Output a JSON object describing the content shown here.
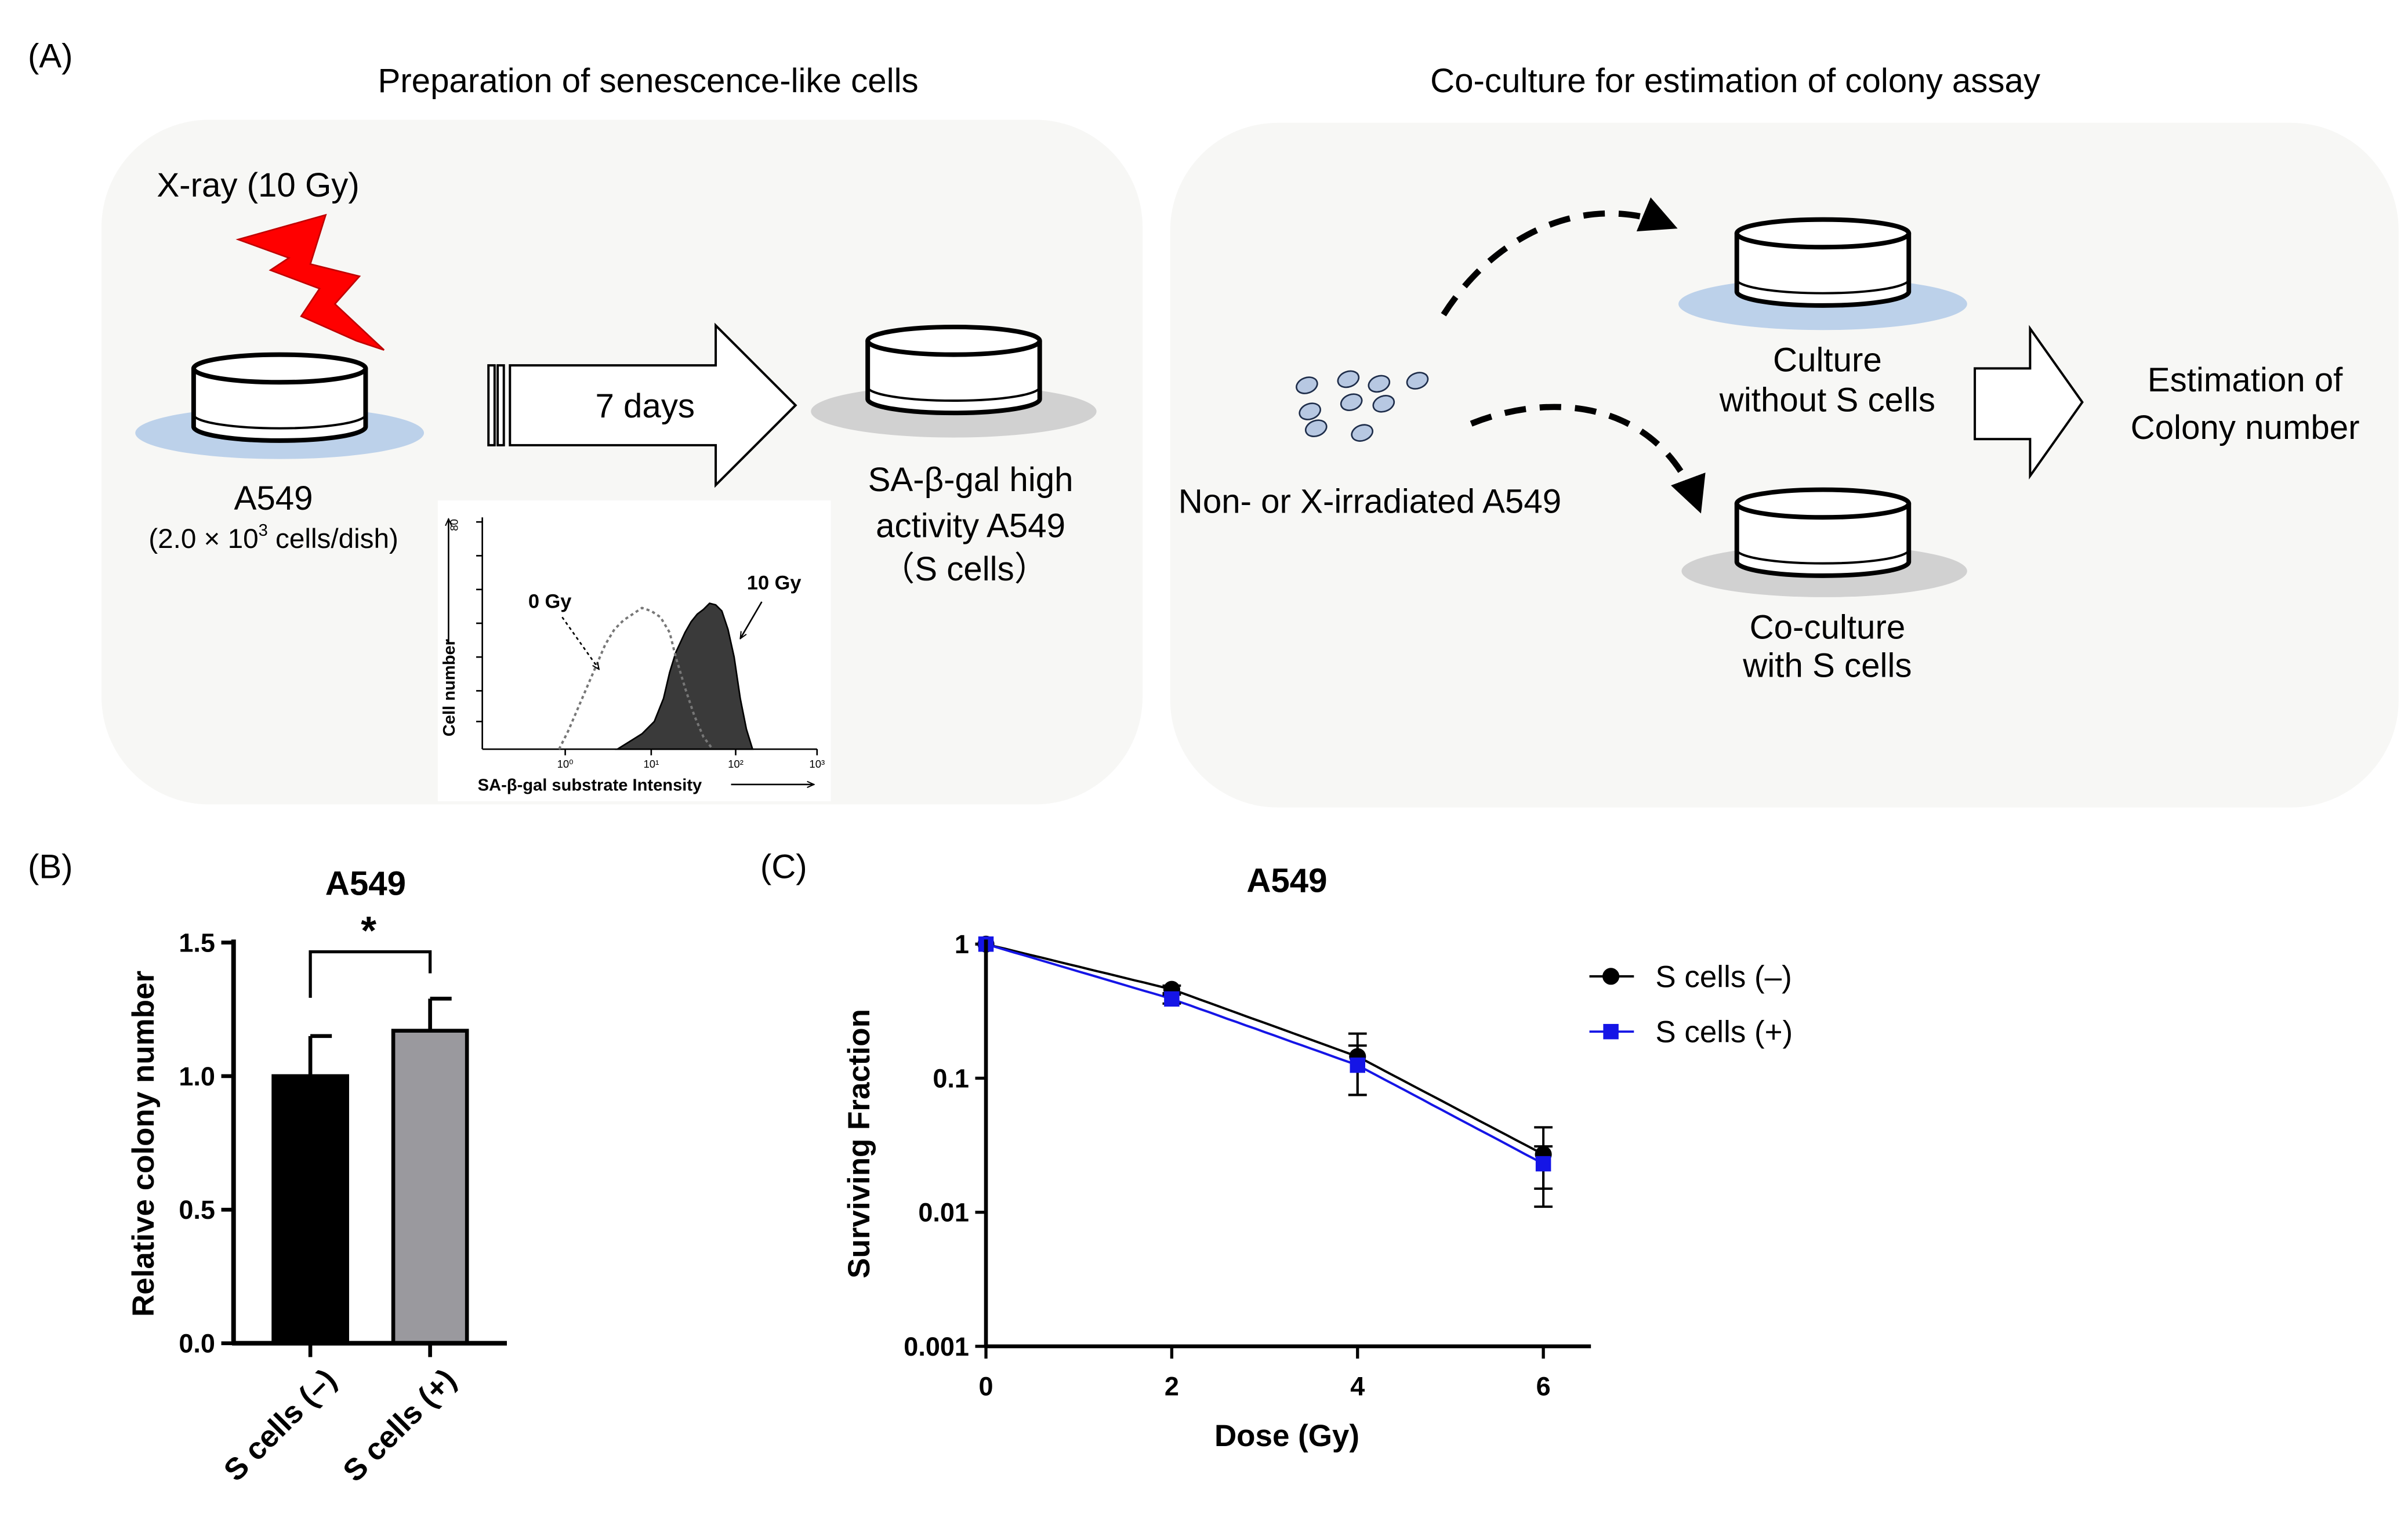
{
  "panelA": {
    "label": "(A)",
    "left_title": "Preparation of senescence-like cells",
    "right_title": "Co-culture for estimation of colony assay",
    "xray_label": "X-ray (10 Gy)",
    "dish_label": "A549",
    "density_pre": "(2.0 × 10",
    "density_exp": "3",
    "density_post": " cells/dish)",
    "days_label": "7 days",
    "s_cells_line1": "SA-β-gal high",
    "s_cells_line2": "activity A549",
    "s_cells_line3": "（S cells）",
    "cells_label": "Non- or X-irradiated A549",
    "culture_line1": "Culture",
    "culture_line2": "without S cells",
    "coculture_line1": "Co-culture",
    "coculture_line2": "with S cells",
    "estimation_line1": "Estimation of",
    "estimation_line2": "Colony number",
    "histogram": {
      "ylabel": "Cell number",
      "xlabel": "SA-β-gal substrate Intensity",
      "label_0gy": "0 Gy",
      "label_10gy": "10 Gy",
      "ymax_label": "80",
      "xticks": [
        "10⁰",
        "10¹",
        "10²",
        "10³"
      ]
    },
    "colors": {
      "dish_blue": "#bcd1ea",
      "dish_gray": "#d1d1d1",
      "bolt": "#ff0000",
      "panel_bg": "#f7f7f5",
      "cell_fill": "#b7c8e2"
    }
  },
  "panelB": {
    "label": "(B)",
    "significance": "*",
    "chart_data": {
      "type": "bar",
      "title": "A549",
      "ylabel": "Relative colony number",
      "categories": [
        "S cells (–)",
        "S cells (+)"
      ],
      "values": [
        1.0,
        1.17
      ],
      "errors": [
        0.15,
        0.12
      ],
      "colors": [
        "#000000",
        "#9a999e"
      ],
      "ylim": [
        0,
        1.5
      ],
      "yticks": [
        "0.0",
        "0.5",
        "1.0",
        "1.5"
      ]
    }
  },
  "panelC": {
    "label": "(C)",
    "chart_data": {
      "type": "line",
      "title": "A549",
      "xlabel": "Dose (Gy)",
      "ylabel": "Surviving Fraction",
      "yscale": "log",
      "xlim": [
        0,
        6.5
      ],
      "ylim": [
        0.001,
        1
      ],
      "xticks": [
        "0",
        "2",
        "4",
        "6"
      ],
      "yticks": [
        "1",
        "0.1",
        "0.01",
        "0.001"
      ],
      "legend_position": "right",
      "x": [
        0,
        2,
        4,
        6
      ],
      "series": [
        {
          "name": "S cells (–)",
          "color": "#000000",
          "marker": "circle",
          "values": [
            1,
            0.46,
            0.145,
            0.027
          ],
          "errors": [
            0,
            0.03,
            0.07,
            0.016
          ]
        },
        {
          "name": "S cells (+)",
          "color": "#1515e6",
          "marker": "square",
          "values": [
            1,
            0.39,
            0.125,
            0.023
          ],
          "errors": [
            0,
            0.03,
            0.05,
            0.008
          ]
        }
      ]
    }
  }
}
